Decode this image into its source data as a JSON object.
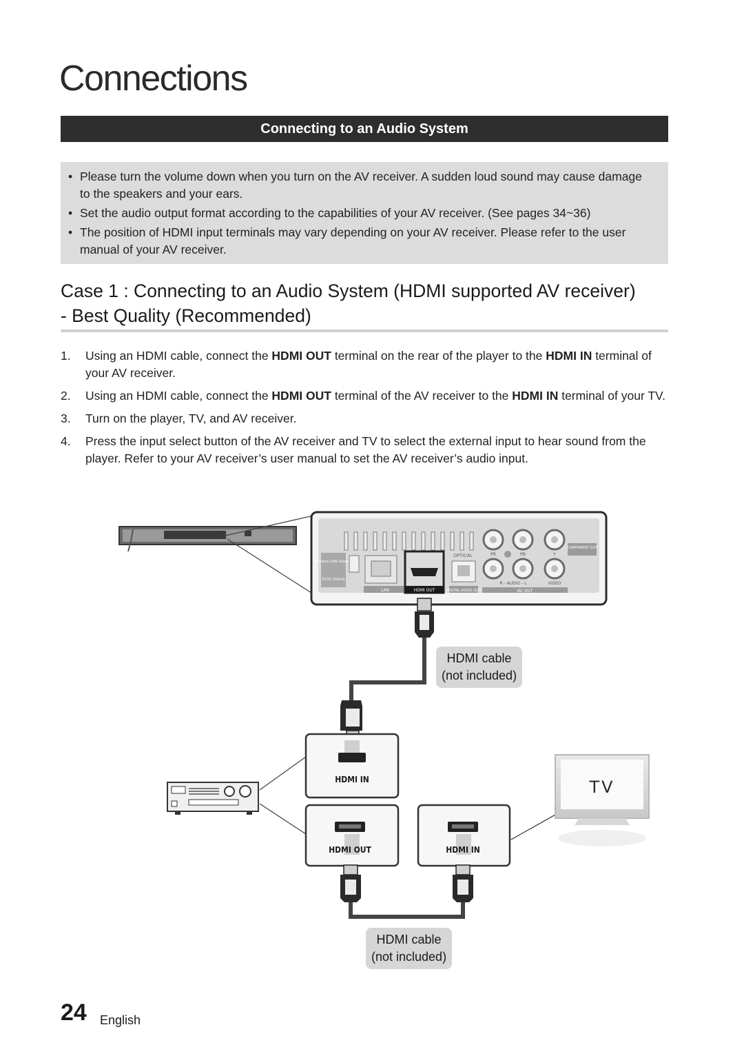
{
  "page": {
    "title": "Connections",
    "section_title": "Connecting to an Audio System",
    "number": "24",
    "language": "English"
  },
  "notes": [
    "Please turn the volume down when you turn on the AV receiver. A sudden loud sound may cause damage to the speakers and your ears.",
    "Set the audio output format according to the capabilities of your AV receiver. (See pages 34~36)",
    "The position of HDMI input terminals may vary depending on your AV receiver. Please refer to the user manual of your AV receiver."
  ],
  "bullet_glyph": "•",
  "case": {
    "heading_line1": "Case 1 : Connecting to an Audio System (HDMI supported AV receiver)",
    "heading_line2": "- Best Quality (Recommended)"
  },
  "steps": [
    {
      "num": "1.",
      "p1": "Using an HDMI cable, connect the ",
      "b1": "HDMI OUT",
      "p2": " terminal on the rear of the player to the ",
      "b2": "HDMI IN",
      "p3": " terminal of your AV receiver."
    },
    {
      "num": "2.",
      "p1": "Using an HDMI cable, connect the ",
      "b1": "HDMI OUT",
      "p2": " terminal of the AV receiver to the ",
      "b2": "HDMI IN",
      "p3": " terminal of your TV."
    },
    {
      "num": "3.",
      "p1": "Turn on the player, TV, and AV receiver.",
      "b1": "",
      "p2": "",
      "b2": "",
      "p3": ""
    },
    {
      "num": "4.",
      "p1": "Press the input select button of the AV receiver and TV to select the external input to hear sound from the player. Refer to your AV receiver’s user manual to set the AV receiver’s audio input.",
      "b1": "",
      "p2": "",
      "b2": "",
      "p3": ""
    }
  ],
  "diagram": {
    "player_panel": {
      "wireless_label": "Wireless LAN Adapter",
      "dc_label": "DC5V 350mA",
      "optical_label": "OPTICAL",
      "lan_label": "LAN",
      "hdmi_out_label": "HDMI OUT",
      "digital_audio_label": "DIGITAL AUDIO OUT",
      "audio_label": "R - AUDIO - L",
      "video_label": "VIDEO",
      "av_out_label": "AV OUT",
      "component_label": "COMPONENT OUT",
      "pr_label": "PR",
      "pb_label": "PB",
      "y_label": "Y"
    },
    "cable_label_1": [
      "HDMI cable",
      "(not included)"
    ],
    "cable_label_2": [
      "HDMI cable",
      "(not included)"
    ],
    "receiver_hdmi_in": "HDMI IN",
    "receiver_hdmi_out": "HDMI OUT",
    "tv_hdmi_in": "HDMI IN",
    "tv_label": "TV"
  }
}
